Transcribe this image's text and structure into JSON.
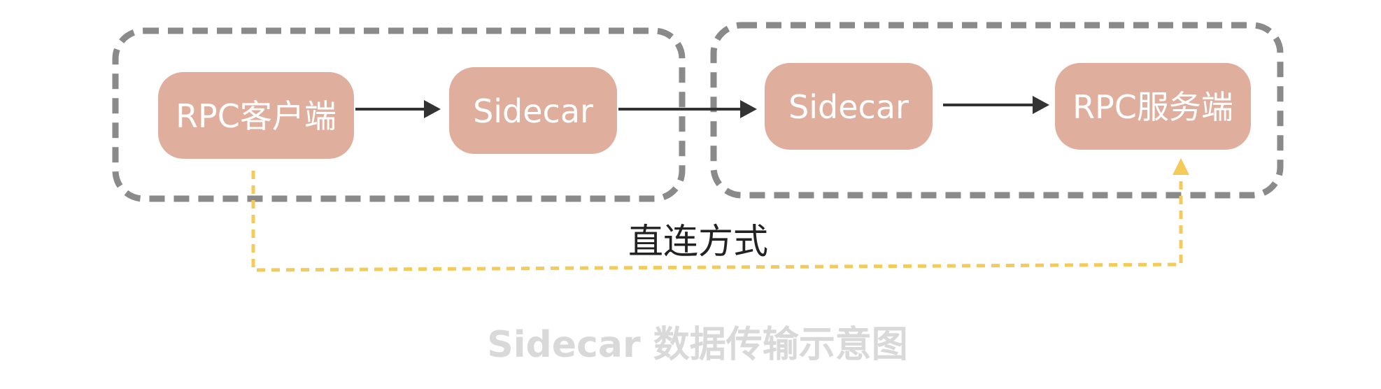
{
  "diagram": {
    "nodes": {
      "rpc_client": "RPC客户端",
      "sidecar_client": "Sidecar",
      "sidecar_server": "Sidecar",
      "rpc_server": "RPC服务端"
    },
    "direct_label": "直连方式",
    "caption": "Sidecar 数据传输示意图"
  },
  "colors": {
    "node_fill": "#e0ae9c",
    "node_text": "#ffffff",
    "group_border": "#8a8a8a",
    "arrow": "#333333",
    "direct_link": "#f2cb5a",
    "caption": "#d9d9d9"
  }
}
